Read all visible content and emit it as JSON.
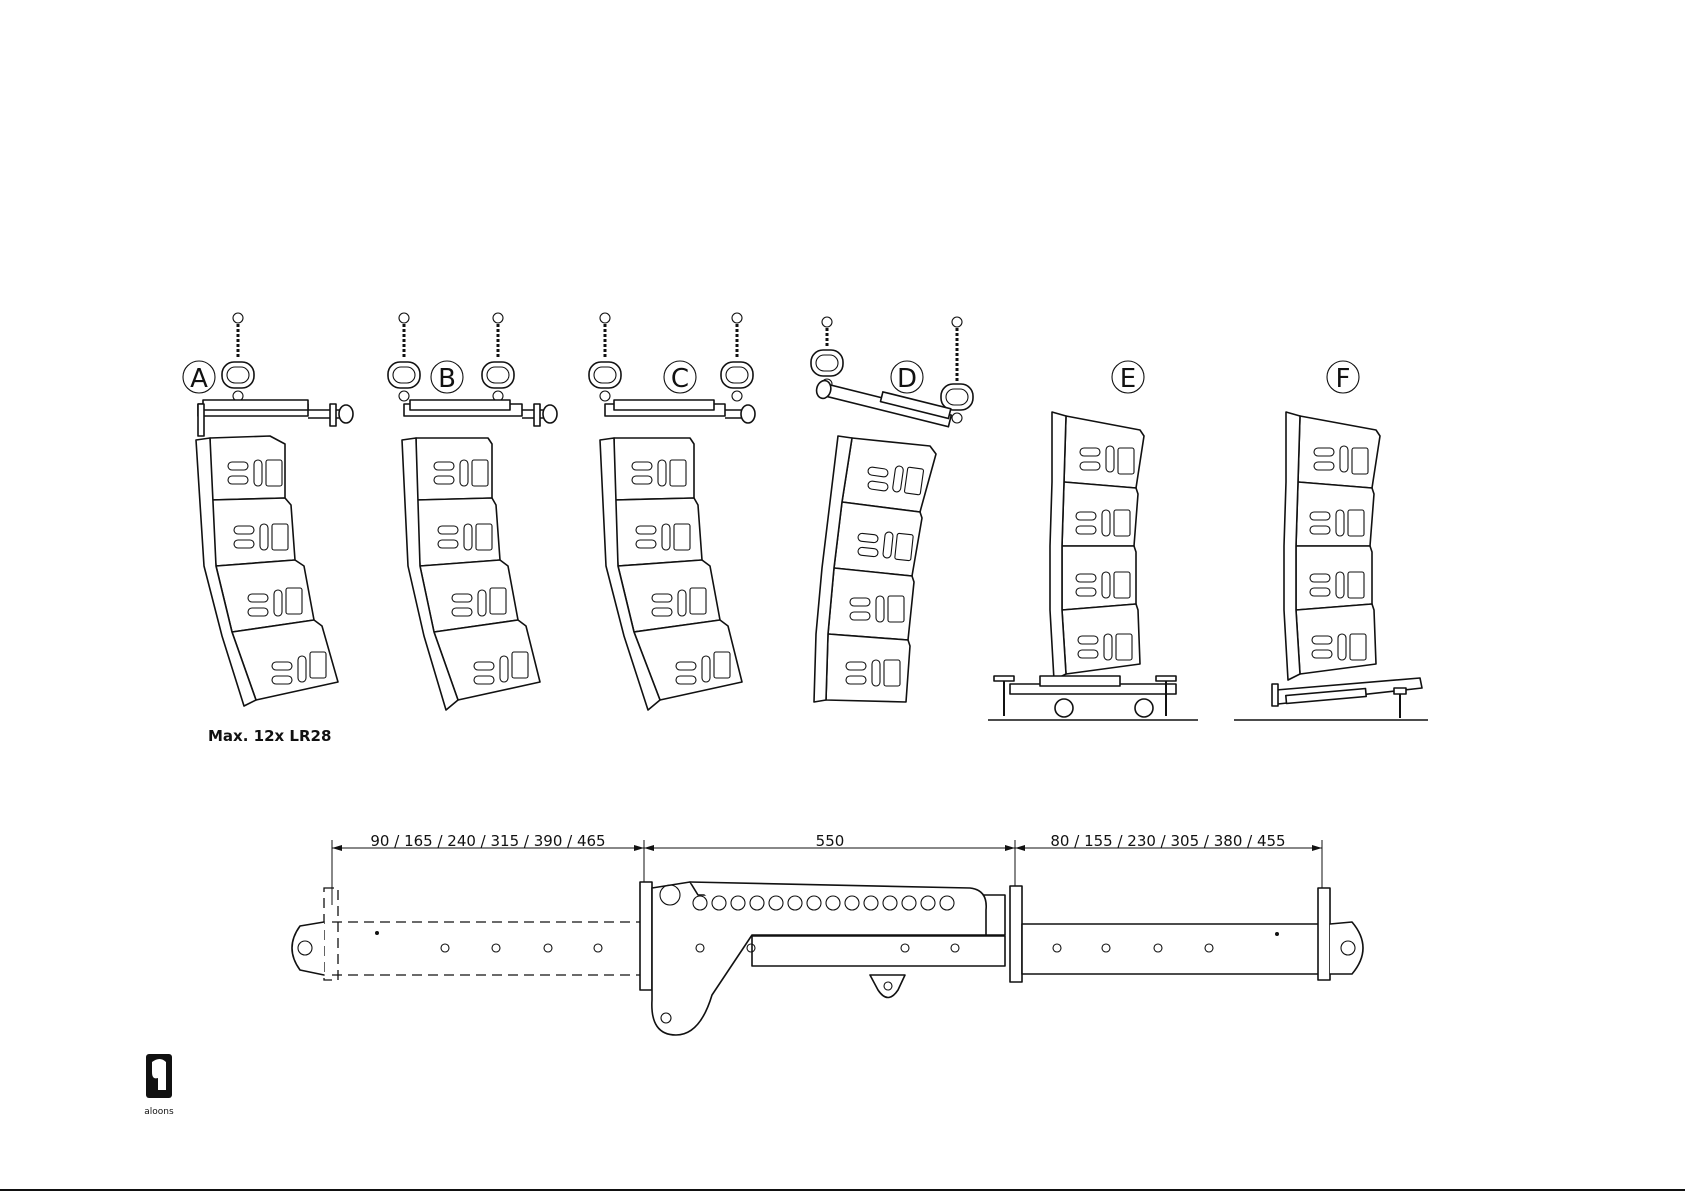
{
  "configurations": [
    {
      "id": "A",
      "label": "A"
    },
    {
      "id": "B",
      "label": "B"
    },
    {
      "id": "C",
      "label": "C"
    },
    {
      "id": "D",
      "label": "D"
    },
    {
      "id": "E",
      "label": "E"
    },
    {
      "id": "F",
      "label": "F"
    }
  ],
  "max_note": "Max. 12x LR28",
  "dimensions": {
    "left": "90 / 165 / 240 / 315 / 390 / 465",
    "middle": "550",
    "right": "80 / 155 / 230 / 305 / 380 / 455"
  },
  "logo": {
    "text": "aloons"
  }
}
